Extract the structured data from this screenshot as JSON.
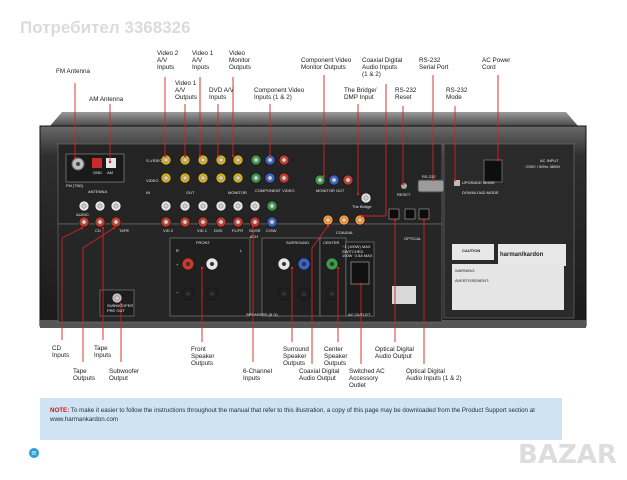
{
  "watermark": "Потребител 3368326",
  "labels": [
    {
      "key": "fm",
      "text": "FM Antenna"
    },
    {
      "key": "am",
      "text": "AM Antenna"
    },
    {
      "key": "v2",
      "text": "Video 2\nA/V\nInputs"
    },
    {
      "key": "v1in",
      "text": "Video 1\nA/V\nInputs"
    },
    {
      "key": "v1out",
      "text": "Video 1\nA/V\nOutputs"
    },
    {
      "key": "vmon",
      "text": "Video\nMonitor\nOutputs"
    },
    {
      "key": "dvd",
      "text": "DVD A/V\nInputs"
    },
    {
      "key": "compin",
      "text": "Component Video\nInputs (1 & 2)"
    },
    {
      "key": "compmon",
      "text": "Component Video\nMonitor Outputs"
    },
    {
      "key": "coaxin",
      "text": "Coaxial Digital\nAudio Inputs\n(1 & 2)"
    },
    {
      "key": "bridge",
      "text": "The Bridge/\nDMP Input"
    },
    {
      "key": "rs232",
      "text": "RS-232\nSerial Port"
    },
    {
      "key": "reset",
      "text": "RS-232\nReset"
    },
    {
      "key": "mode",
      "text": "RS-232\nMode"
    },
    {
      "key": "acpower",
      "text": "AC Power\nCord"
    },
    {
      "key": "cd",
      "text": "CD\nInputs"
    },
    {
      "key": "tapein",
      "text": "Tape\nInputs"
    },
    {
      "key": "tapeout",
      "text": "Tape\nOutputs"
    },
    {
      "key": "sub",
      "text": "Subwoofer\nOutput"
    },
    {
      "key": "front",
      "text": "Front\nSpeaker\nOutputs"
    },
    {
      "key": "sixch",
      "text": "6-Channel\nInputs"
    },
    {
      "key": "surround",
      "text": "Surround\nSpeaker\nOutputs"
    },
    {
      "key": "coaxout",
      "text": "Coaxial Digital\nAudio Output"
    },
    {
      "key": "center",
      "text": "Center\nSpeaker\nOutputs"
    },
    {
      "key": "switched",
      "text": "Switched AC\nAccessory\nOutlet"
    },
    {
      "key": "optout",
      "text": "Optical Digital\nAudio Output"
    },
    {
      "key": "optin",
      "text": "Optical Digital\nAudio Inputs (1 & 2)"
    }
  ],
  "panel_text": {
    "fm_ant": "FM (75Ω)",
    "am_ant": "AM",
    "antenna": "ANTENNA",
    "gnd": "GND",
    "svideo": "S-VIDEO",
    "video": "VIDEO",
    "audio": "AUDIO",
    "cd": "CD",
    "tape": "TAPE",
    "vid2": "VID 2",
    "vid1": "VID 1",
    "dvd": "DVD",
    "monitor": "MONITOR",
    "in": "IN",
    "out": "OUT",
    "fl_fr": "FL/FR",
    "sl_sr": "SL/SR",
    "c_sw": "C/SW",
    "six_ch": "6CH",
    "component_video": "COMPONENT VIDEO",
    "monitor_out": "MONITOR OUT",
    "the_bridge": "The Bridge",
    "coaxial": "COAXIAL",
    "optical": "OPTICAL",
    "reset": "RESET",
    "rs232": "RS-232",
    "upgrade_mode": "UPGRADE MODE",
    "download_mode": "DOWNLOAD MODE",
    "ac_input": "AC INPUT",
    "ac_input_spec": "~230V / 50Hz  380W",
    "front": "FRONT",
    "surround": "SURROUND",
    "center": "CENTER",
    "speakers": "SPEAKERS (8 Ω)",
    "ac_outlet": "AC OUTLET",
    "switched_rating": "~1 (100W) MAX\nSWITCHED\n100W  0.5A MAX",
    "subwoofer": "SUBWOOFER\nPRE OUT",
    "caution": "CAUTION",
    "brand": "harman/kardon",
    "warning": "WARNING:",
    "avertissement": "AVERTISSEMENT:",
    "speaker_r": "R",
    "speaker_l": "L",
    "plus": "+",
    "minus": "−"
  },
  "note": {
    "prefix": "NOTE:",
    "text": "To make it easier to follow the instructions throughout the manual that refer to this illustration, a copy of this page may be downloaded from the Product Support section at",
    "url": "www.harmankardon.com"
  },
  "page_badge": "≡",
  "logo_watermark": "BAZAR",
  "colors": {
    "chassis": "#3a3a3a",
    "panel": "#1f1f1f",
    "leader": "#d62020",
    "jack_red": "#c93a2c",
    "jack_white": "#e6e6e6",
    "jack_yellow": "#d8b21e",
    "jack_green": "#3b9b4a",
    "jack_blue": "#3a64c8",
    "note_bg": "#cfe3f5"
  }
}
